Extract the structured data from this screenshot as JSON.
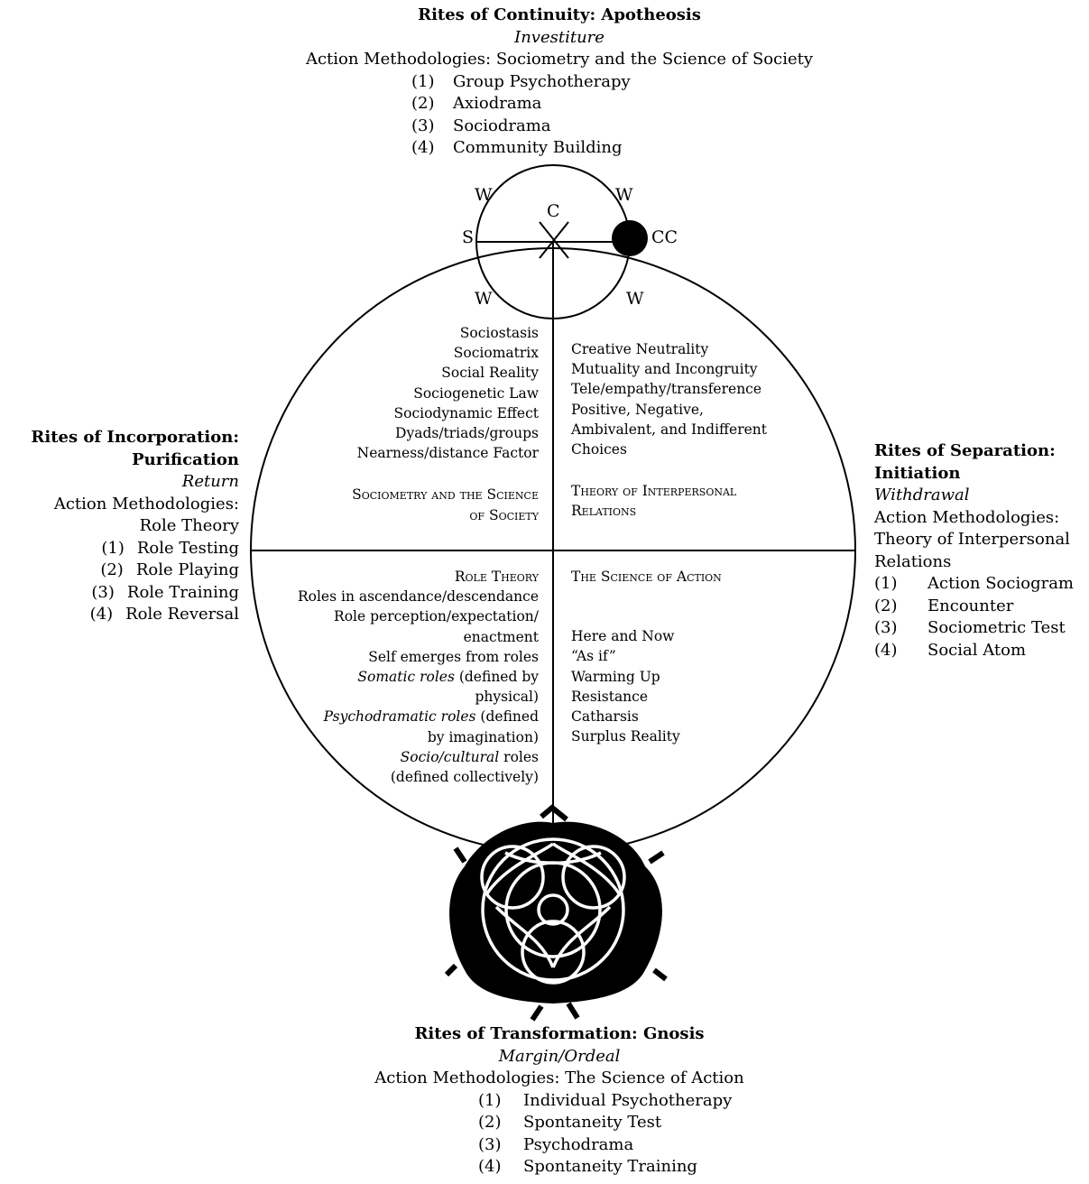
{
  "top": {
    "title": "Rites of Continuity: Apotheosis",
    "subtitle": "Investiture",
    "methodologies": "Action Methodologies: Sociometry and the Science of Society",
    "items": [
      {
        "num": "(1)",
        "text": "Group Psychotherapy"
      },
      {
        "num": "(2)",
        "text": "Axiodrama"
      },
      {
        "num": "(3)",
        "text": "Sociodrama"
      },
      {
        "num": "(4)",
        "text": "Community Building"
      }
    ]
  },
  "left": {
    "title1": "Rites of Incorporation:",
    "title2": "Purification",
    "subtitle": "Return",
    "methodologies1": "Action Methodologies:",
    "methodologies2": "Role Theory",
    "items": [
      {
        "num": "(1)",
        "text": "Role Testing"
      },
      {
        "num": "(2)",
        "text": "Role Playing"
      },
      {
        "num": "(3)",
        "text": "Role Training"
      },
      {
        "num": "(4)",
        "text": "Role Reversal"
      }
    ]
  },
  "right": {
    "title1": "Rites of Separation:",
    "title2": "Initiation",
    "subtitle": "Withdrawal",
    "methodologies1": "Action Methodologies:",
    "methodologies2": "Theory of Interpersonal",
    "methodologies3": "Relations",
    "items": [
      {
        "num": "(1)",
        "text": "Action Sociogram"
      },
      {
        "num": "(2)",
        "text": "Encounter"
      },
      {
        "num": "(3)",
        "text": "Sociometric Test"
      },
      {
        "num": "(4)",
        "text": "Social Atom"
      }
    ]
  },
  "bottom": {
    "title": "Rites of Transformation: Gnosis",
    "subtitle": "Margin/Ordeal",
    "methodologies": "Action Methodologies: The Science of Action",
    "items": [
      {
        "num": "(1)",
        "text": "Individual Psychotherapy"
      },
      {
        "num": "(2)",
        "text": "Spontaneity Test"
      },
      {
        "num": "(3)",
        "text": "Psychodrama"
      },
      {
        "num": "(4)",
        "text": "Spontaneity Training"
      }
    ]
  },
  "small_circle": {
    "w": "W",
    "s": "S",
    "c": "C",
    "cc": "CC"
  },
  "q_upper_left": {
    "lines": [
      "Sociostasis",
      "Sociomatrix",
      "Social Reality",
      "Sociogenetic Law",
      "Sociodynamic Effect",
      "Dyads/triads/groups",
      "Nearness/distance Factor"
    ],
    "heading1": "Sociometry and the Science",
    "heading2": "of Society"
  },
  "q_upper_right": {
    "lines": [
      "Creative Neutrality",
      "Mutuality and Incongruity",
      "Tele/empathy/transference",
      "Positive, Negative,",
      "Ambivalent, and Indifferent",
      "Choices"
    ],
    "heading1": "Theory of Interpersonal",
    "heading2": "Relations"
  },
  "q_lower_left": {
    "heading": "Role Theory",
    "l1": "Roles in ascendance/descendance",
    "l2": "Role perception/expectation/",
    "l3": "enactment",
    "l4": "Self emerges from roles",
    "l5_i": "Somatic roles",
    "l5_r": " (defined by",
    "l6": "physical)",
    "l7_i": "Psychodramatic roles",
    "l7_r": " (defined",
    "l8": "by  imagination)",
    "l9_i": "Socio/cultural",
    "l9_r": " roles",
    "l10": "(defined collectively)"
  },
  "q_lower_right": {
    "heading": "The Science of Action",
    "lines": [
      "Here and Now",
      "“As if”",
      "Warming Up",
      "Resistance",
      "Catharsis",
      "Surplus Reality"
    ]
  },
  "emblem": {
    "icon": "celtic-knot-icon"
  }
}
